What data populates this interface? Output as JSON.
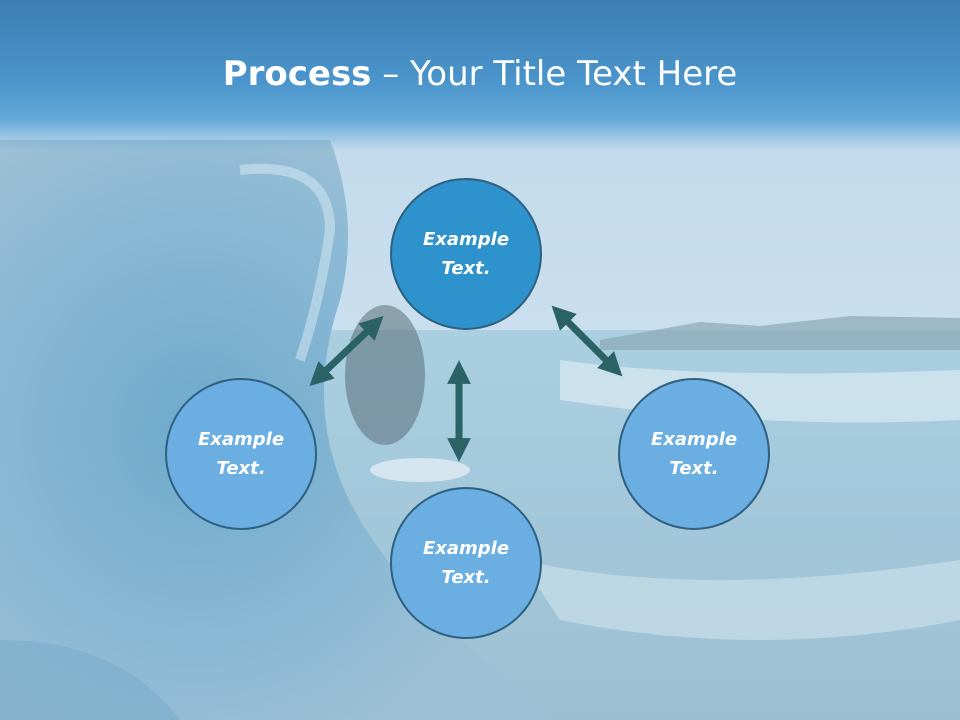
{
  "title": {
    "bold": "Process",
    "rest": " – Your Title Text Here"
  },
  "nodes": {
    "top": "Example Text.",
    "left": "Example Text.",
    "right": "Example Text.",
    "bottom": "Example Text."
  },
  "colors": {
    "title_bar": "#3c7fb3",
    "node_primary": "#2e92cc",
    "node_secondary": "#6aaee2",
    "node_border": "#2f5f80",
    "arrow": "#2b6266",
    "title_text": "#ffffff"
  }
}
